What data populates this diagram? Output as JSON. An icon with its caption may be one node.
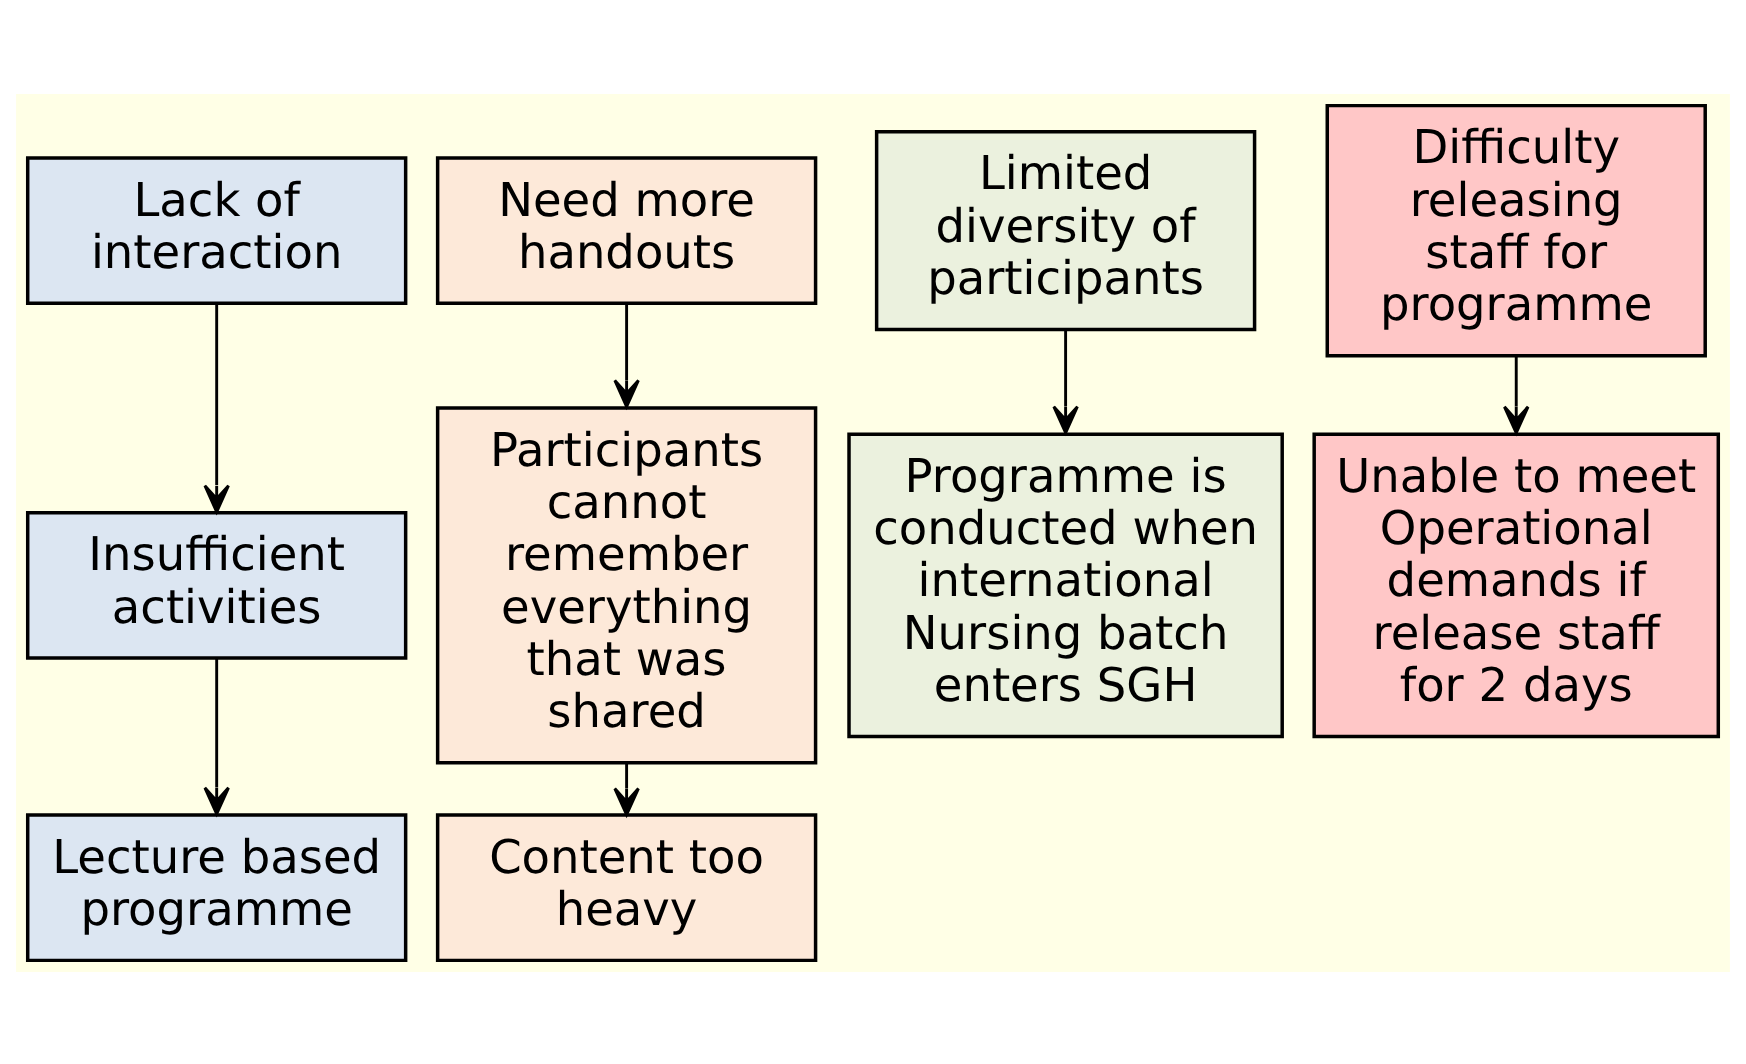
{
  "diagram": {
    "nodes": [
      {
        "text": [
          "Lack of interaction"
        ]
      },
      {
        "text": [
          "Insufficient activities"
        ]
      },
      {
        "text": [
          "Lecture based programme"
        ]
      },
      {
        "text": [
          "Need more handouts"
        ]
      },
      {
        "text": [
          "Participants cannot remember everything that was shared"
        ]
      },
      {
        "text": [
          "Content too heavy"
        ]
      },
      {
        "text": [
          "Limited diversity of participants"
        ]
      },
      {
        "text": [
          "Programme is conducted when international Nursing batch enters SGH"
        ]
      },
      {
        "text": [
          "Difficulty releasing staff for programme"
        ]
      },
      {
        "text": [
          "Unable to meet Operational demands if release staff for 2 days"
        ]
      }
    ],
    "edges": [
      {
        "from": 0,
        "to": 1,
        "arrow": "to"
      },
      {
        "from": 1,
        "to": 2,
        "arrow": "to"
      },
      {
        "from": 3,
        "to": 4,
        "arrow": "to"
      },
      {
        "from": 4,
        "to": 5,
        "arrow": "to"
      },
      {
        "from": 6,
        "to": 7,
        "arrow": "to"
      },
      {
        "from": 8,
        "to": 9,
        "arrow": "to"
      }
    ]
  }
}
